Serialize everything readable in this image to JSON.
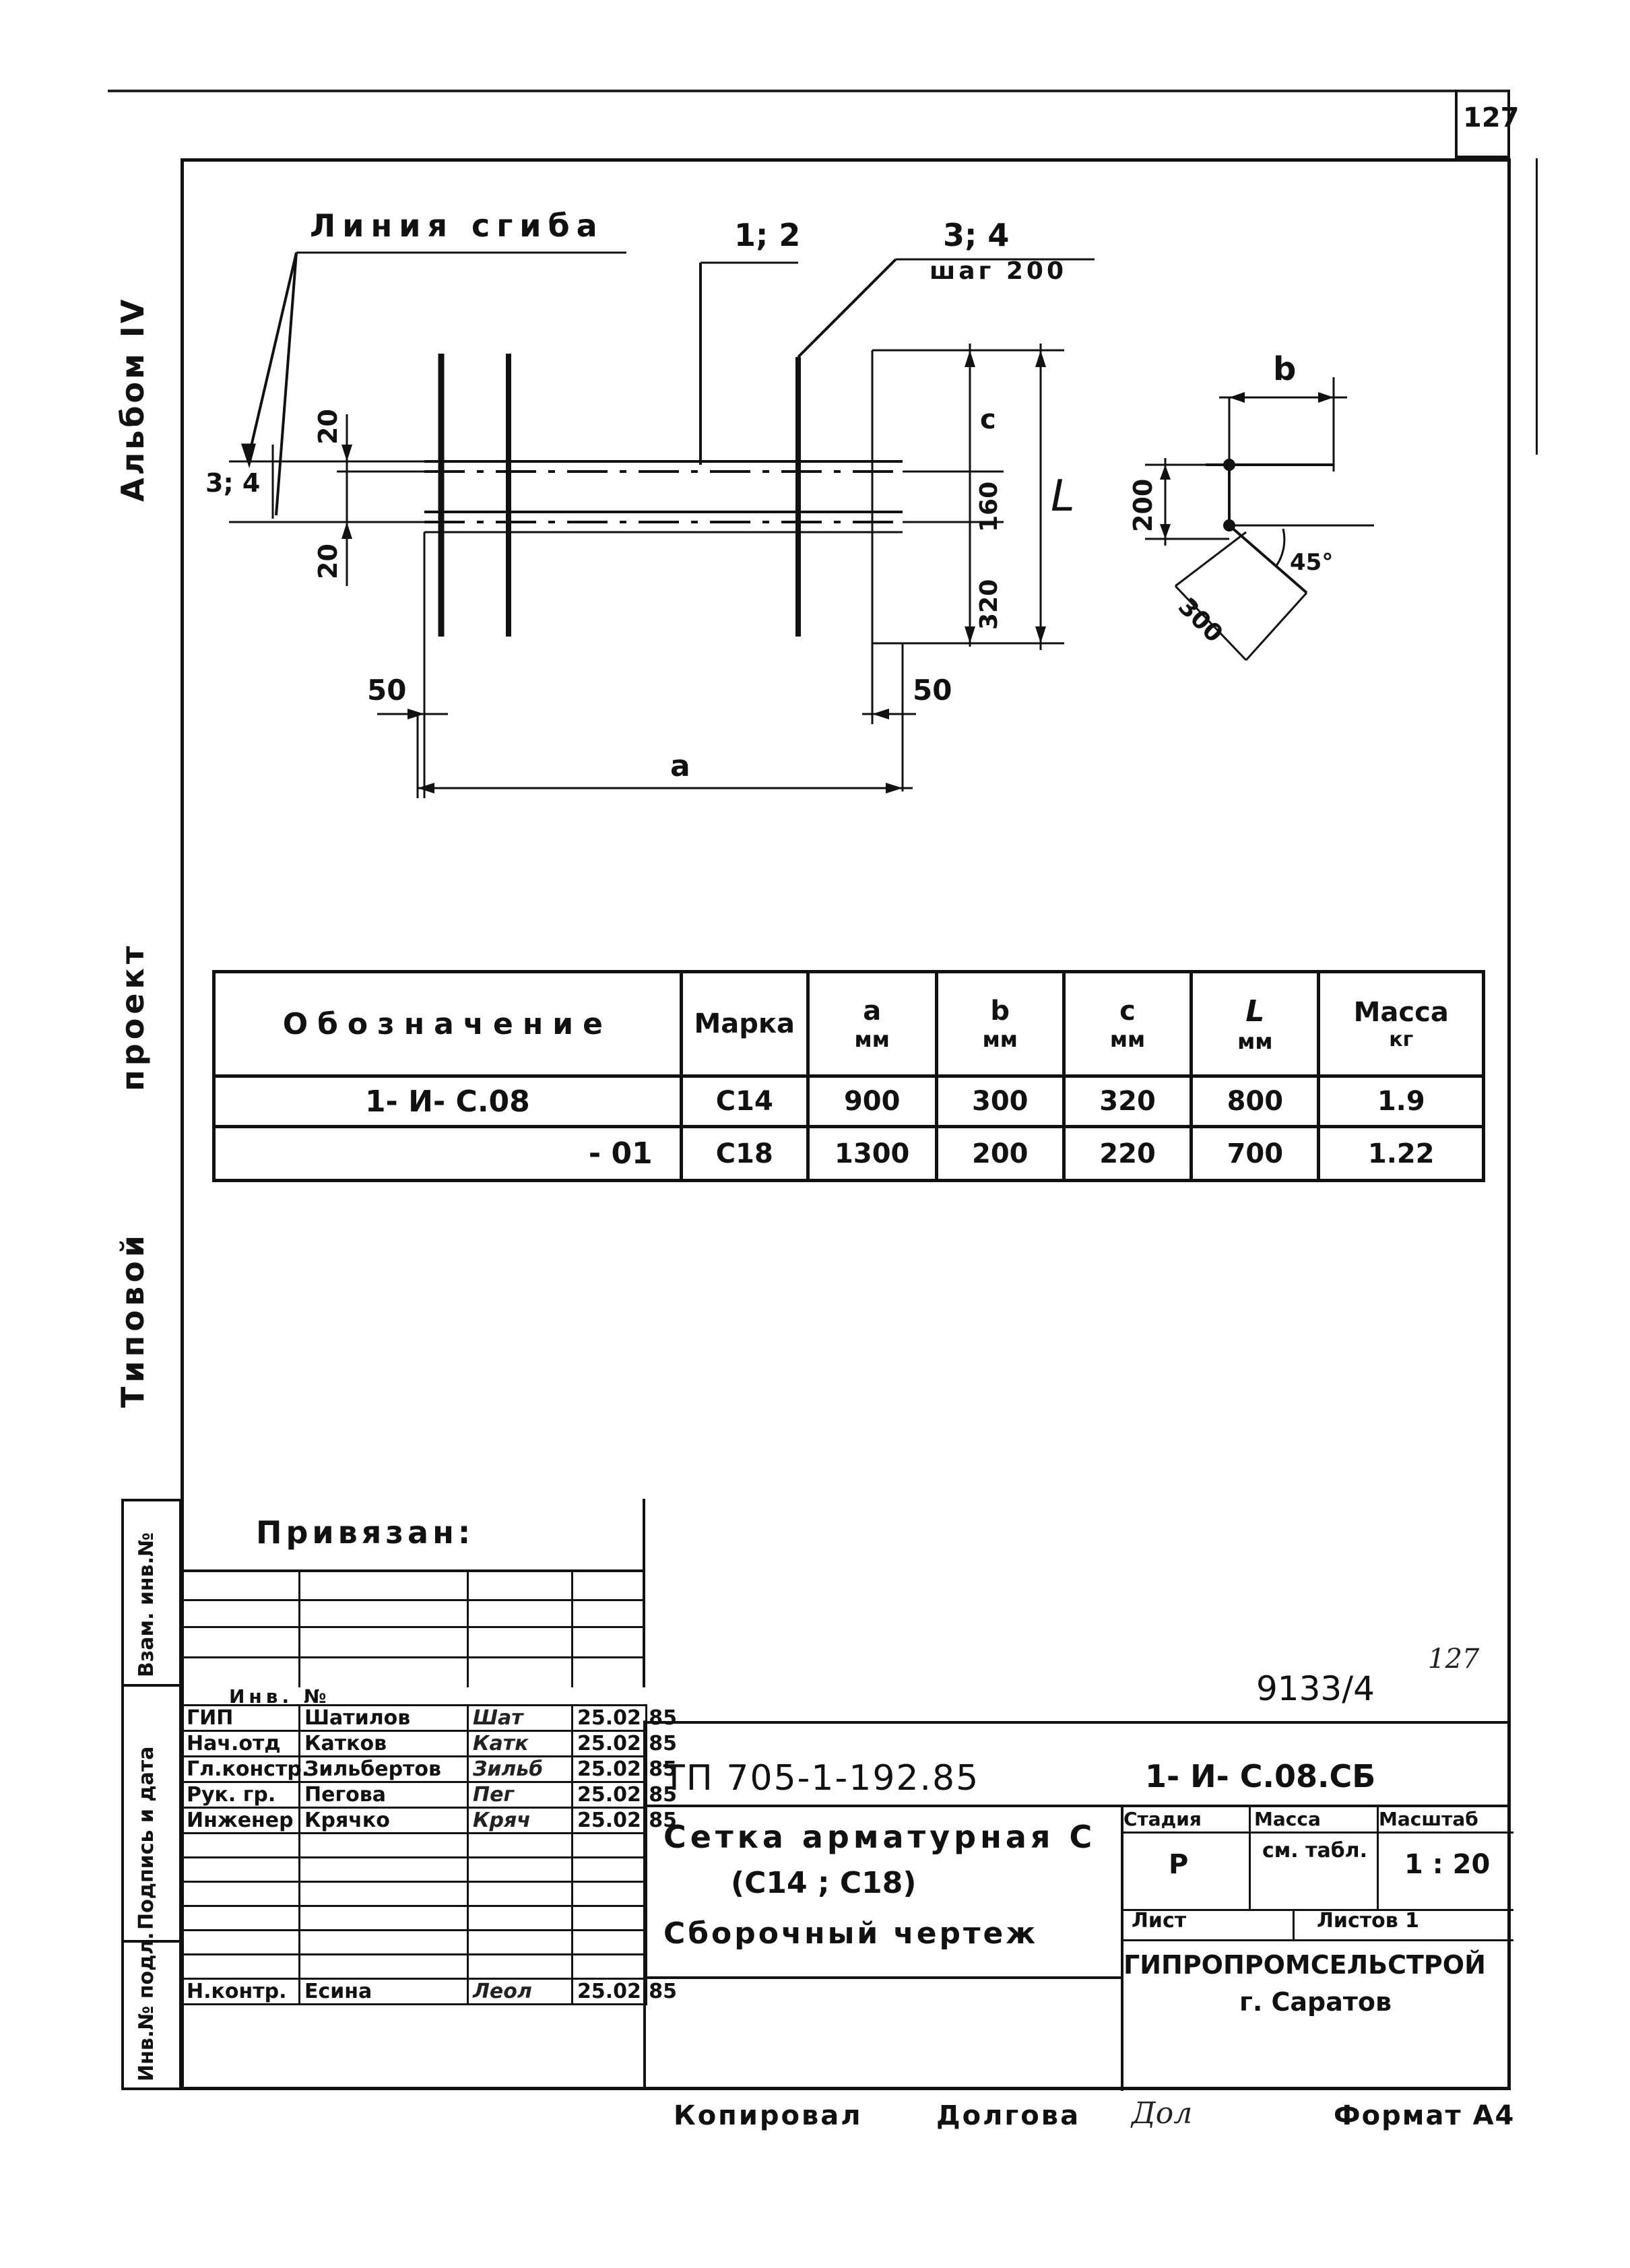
{
  "sheet": {
    "page_number": "127",
    "side_album": "Альбом IV",
    "side_project": "проект",
    "side_type": "Типовой"
  },
  "drawing": {
    "bend_line": "Линия сгиба",
    "callout_1_2": "1; 2",
    "callout_3_4_top": "3; 4",
    "step": "шаг 200",
    "callout_3_4_left": "3; 4",
    "dim_20_top": "20",
    "dim_20_bottom": "20",
    "dim_c": "c",
    "dim_160": "160",
    "dim_320": "320",
    "dim_L": "L",
    "dim_50_left": "50",
    "dim_50_right": "50",
    "dim_a": "a",
    "detail_b": "b",
    "detail_200": "200",
    "detail_300": "300",
    "detail_angle": "45°"
  },
  "spec_table": {
    "headers": [
      {
        "top": "Обозначение",
        "unit": ""
      },
      {
        "top": "Марка",
        "unit": ""
      },
      {
        "top": "a",
        "unit": "мм"
      },
      {
        "top": "b",
        "unit": "мм"
      },
      {
        "top": "c",
        "unit": "мм"
      },
      {
        "top": "L",
        "unit": "мм"
      },
      {
        "top": "Масса",
        "unit": "кг"
      }
    ],
    "rows": [
      [
        "1- И- С.08",
        "С14",
        "900",
        "300",
        "320",
        "800",
        "1.9"
      ],
      [
        "- 01",
        "С18",
        "1300",
        "200",
        "220",
        "700",
        "1.22"
      ]
    ]
  },
  "left_strip": {
    "vzam": "Взам. инв.№",
    "podpis": "Подпись и дата",
    "inv_podl": "Инв.№ подл."
  },
  "privyazan": {
    "title": "Привязан:",
    "inv_label": "Инв. №"
  },
  "stamp": {
    "doc_number": "9133/4",
    "doc_number_extra": "127",
    "standard": "ТП 705-1-192.85",
    "code": "1- И- С.08.СБ",
    "title_line1": "Сетка арматурная С",
    "title_line2": "(С14 ; С18)",
    "title_line3": "Сборочный чертеж",
    "stage_label": "Стадия",
    "mass_label": "Масса",
    "scale_label": "Масштаб",
    "stage_value": "Р",
    "mass_value": "см. табл.",
    "scale_value": "1 : 20",
    "sheet_label": "Лист",
    "sheets_label": "Листов 1",
    "org": "ГИПРОПРОМСЕЛЬСТРОЙ",
    "city": "г. Саратов",
    "people": [
      {
        "role": "ГИП",
        "name": "Шатилов",
        "signature": "Шат",
        "date": "25.02.85"
      },
      {
        "role": "Нач.отд",
        "name": "Катков",
        "signature": "Катк",
        "date": "25.02.85"
      },
      {
        "role": "Гл.констр.",
        "name": "Зильбертов",
        "signature": "Зильб",
        "date": "25.02.85"
      },
      {
        "role": "Рук. гр.",
        "name": "Пегова",
        "signature": "Пег",
        "date": "25.02.85"
      },
      {
        "role": "Инженер",
        "name": "Крячко",
        "signature": "Кряч",
        "date": "25.02.85"
      }
    ],
    "control": {
      "role": "Н.контр.",
      "name": "Есина",
      "signature": "Леол",
      "date": "25.02.85"
    }
  },
  "footer": {
    "copied_label": "Копировал",
    "copied_name": "Долгова",
    "copied_signature": "Дол",
    "format": "Формат А4"
  }
}
